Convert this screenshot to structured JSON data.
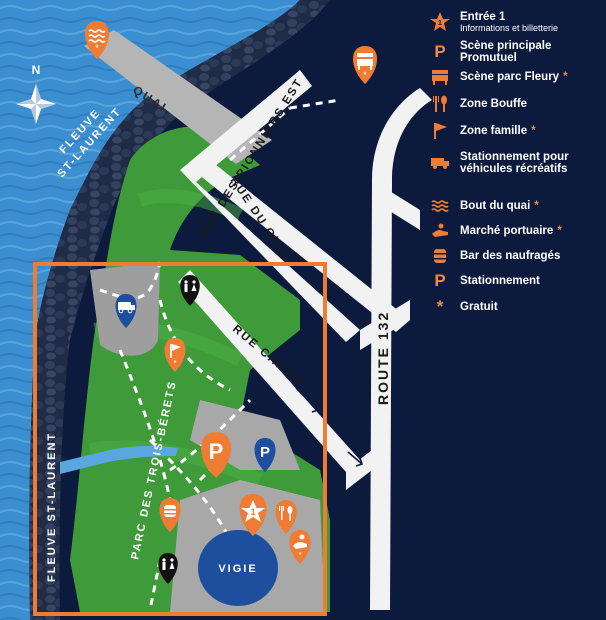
{
  "map": {
    "labels": {
      "river_top_line1": "FLEUVE",
      "river_top_line2": "ST-LAURENT",
      "river_left": "FLEUVE ST-LAURENT",
      "quai": "QUAI",
      "rue_pionniers": "RUE DES PIONNIERS EST",
      "rue_quai": "RUE DU QUAI",
      "rue_caron": "RUE CARON",
      "route": "ROUTE 132",
      "parc": "PARC DES TROIS-BÉRETS",
      "vigie": "VIGIE",
      "north": "N",
      "entrance_number": "1"
    },
    "colors": {
      "water": "#3b8fd0",
      "land": "#0c1a3d",
      "park": "#3f9a3a",
      "road": "#f2f2f2",
      "pier": "#b5b5b5",
      "frame": "#f07c34",
      "marker_orange": "#f07c34",
      "marker_blue": "#1d4f9e"
    },
    "markers": [
      {
        "id": "bout-du-quai",
        "icon": "waves-icon",
        "color": "orange",
        "free": true
      },
      {
        "id": "scene-parc-fleury",
        "icon": "stage-icon",
        "color": "orange",
        "free": true
      },
      {
        "id": "stationnement-vr",
        "icon": "rv-icon",
        "color": "blue"
      },
      {
        "id": "toilettes-nord",
        "icon": "restroom-icon",
        "color": "black"
      },
      {
        "id": "zone-famille",
        "icon": "flag-icon",
        "color": "orange",
        "free": true
      },
      {
        "id": "scene-principale",
        "icon": "p-stage-icon",
        "color": "orange"
      },
      {
        "id": "stationnement",
        "icon": "parking-icon",
        "color": "blue"
      },
      {
        "id": "bar-naufrages",
        "icon": "barrel-icon",
        "color": "orange"
      },
      {
        "id": "entree-1",
        "icon": "star-icon",
        "color": "orange"
      },
      {
        "id": "zone-bouffe",
        "icon": "food-icon",
        "color": "orange"
      },
      {
        "id": "marche-portuaire",
        "icon": "hand-icon",
        "color": "orange",
        "free": true
      },
      {
        "id": "toilettes-sud",
        "icon": "restroom-icon",
        "color": "black"
      }
    ]
  },
  "legend": {
    "items": [
      {
        "icon": "star-icon",
        "glyph": "1",
        "label": "Entrée 1",
        "sublabel": "Informations et billetterie",
        "free": false
      },
      {
        "icon": "p-stage-icon",
        "glyph": "P",
        "label": "Scène principale Promutuel",
        "free": false
      },
      {
        "icon": "stage-icon",
        "glyph": "",
        "label": "Scène parc Fleury",
        "free": true
      },
      {
        "icon": "food-icon",
        "glyph": "",
        "label": "Zone Bouffe",
        "free": false
      },
      {
        "icon": "flag-icon",
        "glyph": "",
        "label": "Zone famille",
        "free": true
      },
      {
        "icon": "rv-icon",
        "glyph": "",
        "label": "Stationnement pour véhicules récréatifs",
        "free": false
      },
      {
        "icon": "waves-icon",
        "glyph": "",
        "label": "Bout du quai",
        "free": true
      },
      {
        "icon": "hand-icon",
        "glyph": "",
        "label": "Marché portuaire",
        "free": true
      },
      {
        "icon": "barrel-icon",
        "glyph": "",
        "label": "Bar des naufragés",
        "free": false
      },
      {
        "icon": "parking-icon",
        "glyph": "P",
        "label": "Stationnement",
        "free": false
      },
      {
        "icon": "asterisk-icon",
        "glyph": "*",
        "label": "Gratuit",
        "free": false
      }
    ],
    "free_mark": "*"
  }
}
